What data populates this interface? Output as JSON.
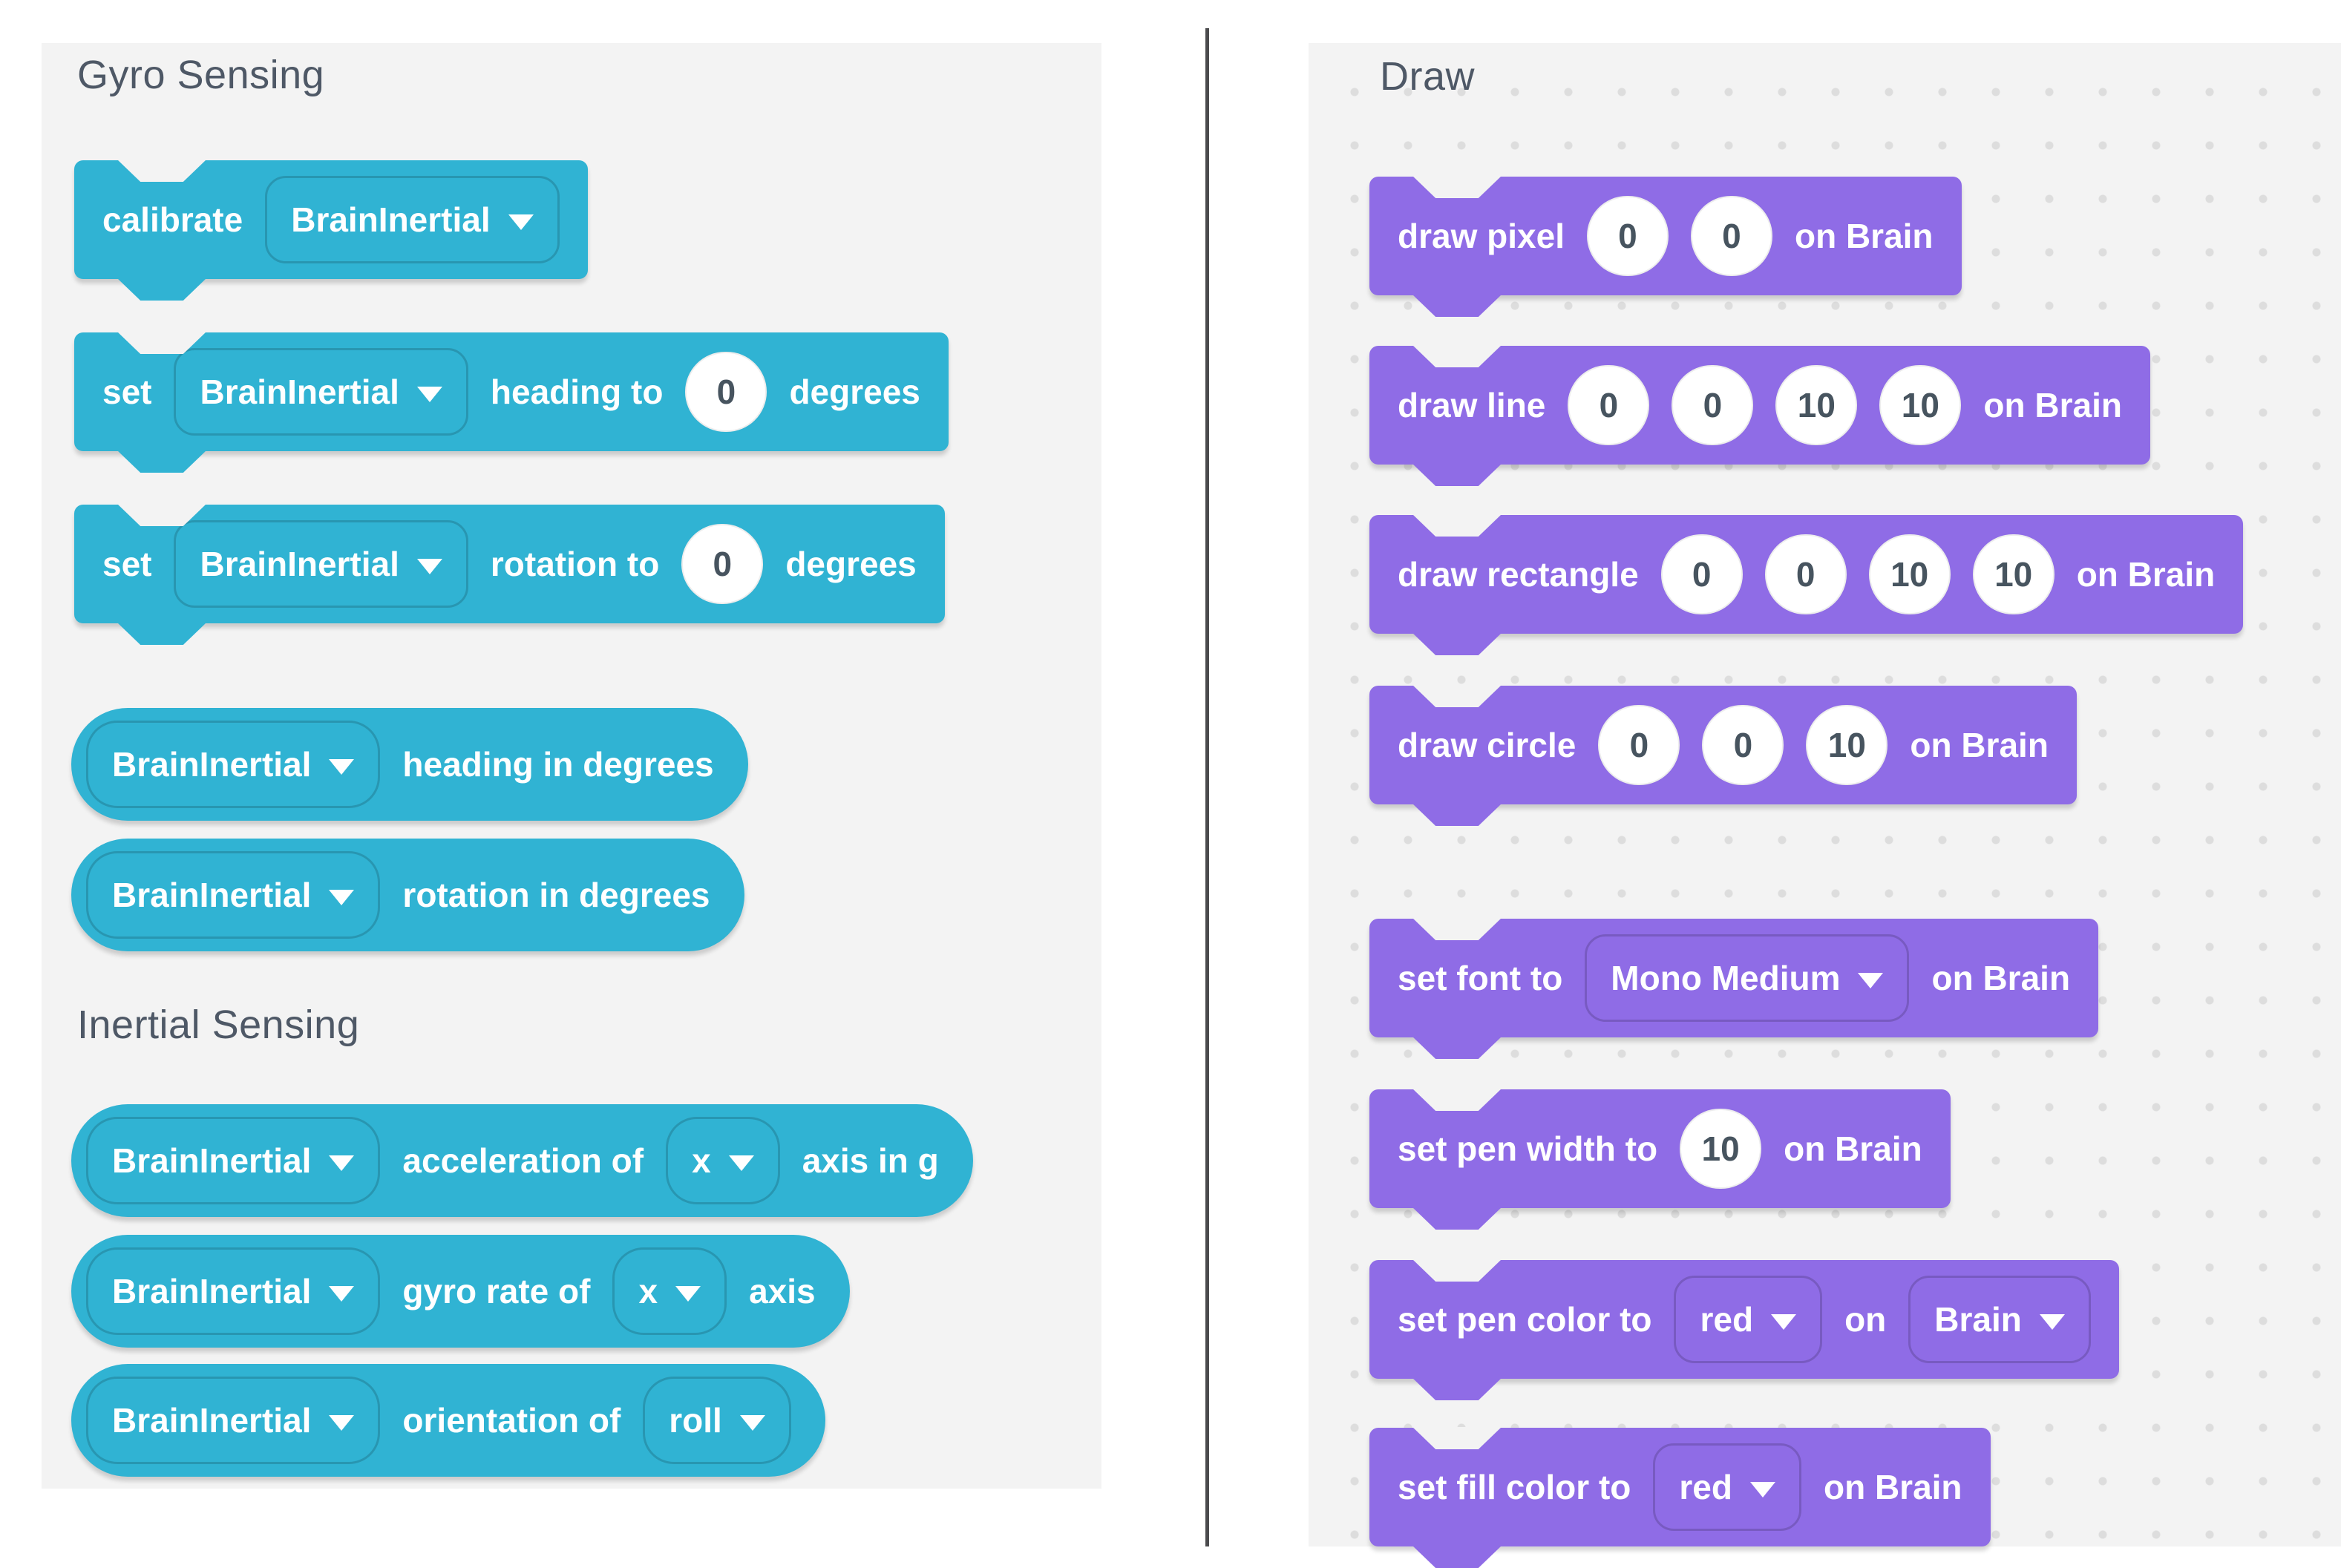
{
  "colors": {
    "teal_block": "#30b3d3",
    "purple_block": "#8f6ce6",
    "panel_background": "#f3f3f3",
    "divider": "#4b4b4d",
    "header_text": "#4e5866",
    "input_text": "#47545f"
  },
  "left": {
    "sections": [
      {
        "title": "Gyro Sensing"
      },
      {
        "title": "Inertial Sensing"
      }
    ],
    "blocks": [
      {
        "type": "stack",
        "parts": [
          {
            "t": "label",
            "v": "calibrate"
          },
          {
            "t": "dropdown",
            "v": "BrainInertial"
          }
        ]
      },
      {
        "type": "stack",
        "parts": [
          {
            "t": "label",
            "v": "set"
          },
          {
            "t": "dropdown",
            "v": "BrainInertial"
          },
          {
            "t": "label",
            "v": "heading to"
          },
          {
            "t": "input",
            "v": "0"
          },
          {
            "t": "label",
            "v": "degrees"
          }
        ]
      },
      {
        "type": "stack",
        "parts": [
          {
            "t": "label",
            "v": "set"
          },
          {
            "t": "dropdown",
            "v": "BrainInertial"
          },
          {
            "t": "label",
            "v": "rotation to"
          },
          {
            "t": "input",
            "v": "0"
          },
          {
            "t": "label",
            "v": "degrees"
          }
        ]
      },
      {
        "type": "reporter",
        "parts": [
          {
            "t": "dropdown",
            "v": "BrainInertial"
          },
          {
            "t": "label",
            "v": "heading in degrees"
          }
        ]
      },
      {
        "type": "reporter",
        "parts": [
          {
            "t": "dropdown",
            "v": "BrainInertial"
          },
          {
            "t": "label",
            "v": "rotation in degrees"
          }
        ]
      },
      {
        "type": "reporter",
        "parts": [
          {
            "t": "dropdown",
            "v": "BrainInertial"
          },
          {
            "t": "label",
            "v": "acceleration of"
          },
          {
            "t": "dropdown",
            "v": "x"
          },
          {
            "t": "label",
            "v": "axis in g"
          }
        ]
      },
      {
        "type": "reporter",
        "parts": [
          {
            "t": "dropdown",
            "v": "BrainInertial"
          },
          {
            "t": "label",
            "v": "gyro rate of"
          },
          {
            "t": "dropdown",
            "v": "x"
          },
          {
            "t": "label",
            "v": "axis"
          }
        ]
      },
      {
        "type": "reporter",
        "parts": [
          {
            "t": "dropdown",
            "v": "BrainInertial"
          },
          {
            "t": "label",
            "v": "orientation of"
          },
          {
            "t": "dropdown",
            "v": "roll"
          }
        ]
      }
    ]
  },
  "right": {
    "title": "Draw",
    "blocks": [
      {
        "type": "stack",
        "parts": [
          {
            "t": "label",
            "v": "draw pixel"
          },
          {
            "t": "input",
            "v": "0"
          },
          {
            "t": "input",
            "v": "0"
          },
          {
            "t": "label",
            "v": "on Brain"
          }
        ]
      },
      {
        "type": "stack",
        "parts": [
          {
            "t": "label",
            "v": "draw line"
          },
          {
            "t": "input",
            "v": "0"
          },
          {
            "t": "input",
            "v": "0"
          },
          {
            "t": "input",
            "v": "10"
          },
          {
            "t": "input",
            "v": "10"
          },
          {
            "t": "label",
            "v": "on Brain"
          }
        ]
      },
      {
        "type": "stack",
        "parts": [
          {
            "t": "label",
            "v": "draw rectangle"
          },
          {
            "t": "input",
            "v": "0"
          },
          {
            "t": "input",
            "v": "0"
          },
          {
            "t": "input",
            "v": "10"
          },
          {
            "t": "input",
            "v": "10"
          },
          {
            "t": "label",
            "v": "on Brain"
          }
        ]
      },
      {
        "type": "stack",
        "parts": [
          {
            "t": "label",
            "v": "draw circle"
          },
          {
            "t": "input",
            "v": "0"
          },
          {
            "t": "input",
            "v": "0"
          },
          {
            "t": "input",
            "v": "10"
          },
          {
            "t": "label",
            "v": "on Brain"
          }
        ]
      },
      {
        "type": "stack",
        "parts": [
          {
            "t": "label",
            "v": "set font to"
          },
          {
            "t": "dropdown",
            "v": "Mono Medium"
          },
          {
            "t": "label",
            "v": "on Brain"
          }
        ]
      },
      {
        "type": "stack",
        "parts": [
          {
            "t": "label",
            "v": "set pen width to"
          },
          {
            "t": "input",
            "v": "10"
          },
          {
            "t": "label",
            "v": "on Brain"
          }
        ]
      },
      {
        "type": "stack",
        "parts": [
          {
            "t": "label",
            "v": "set pen color to"
          },
          {
            "t": "dropdown",
            "v": "red"
          },
          {
            "t": "label",
            "v": "on"
          },
          {
            "t": "dropdown",
            "v": "Brain"
          }
        ]
      },
      {
        "type": "stack",
        "parts": [
          {
            "t": "label",
            "v": "set fill color to"
          },
          {
            "t": "dropdown",
            "v": "red"
          },
          {
            "t": "label",
            "v": "on Brain"
          }
        ]
      }
    ]
  }
}
